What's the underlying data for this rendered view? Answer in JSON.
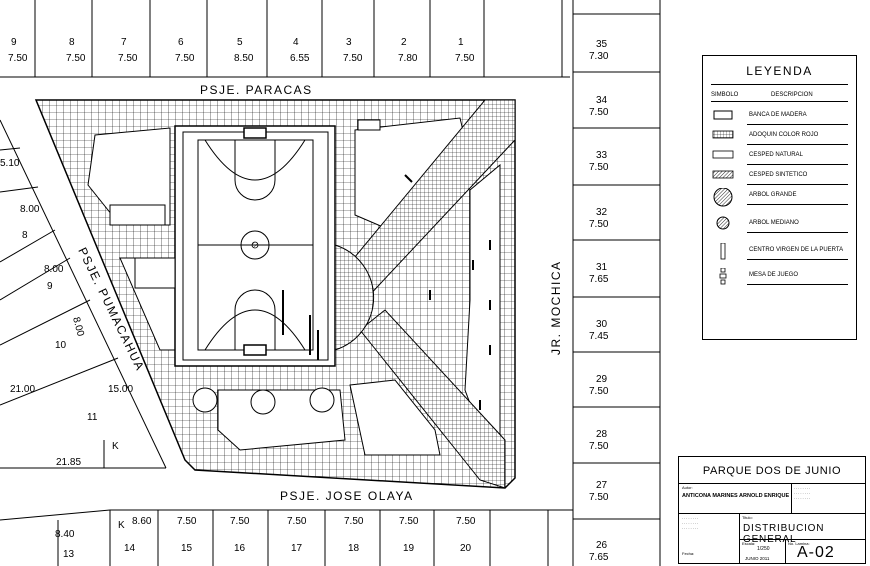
{
  "streets": {
    "top": "PSJE. PARACAS",
    "bottom": "PSJE. JOSE OLAYA",
    "left": "PSJE. PUMACAHUA",
    "right": "JR. MOCHICA"
  },
  "lots_top": [
    {
      "num": "9",
      "width": "7.50"
    },
    {
      "num": "8",
      "width": "7.50"
    },
    {
      "num": "7",
      "width": "7.50"
    },
    {
      "num": "6",
      "width": "7.50"
    },
    {
      "num": "5",
      "width": "8.50"
    },
    {
      "num": "4",
      "width": "6.55"
    },
    {
      "num": "3",
      "width": "7.50"
    },
    {
      "num": "2",
      "width": "7.80"
    },
    {
      "num": "1",
      "width": "7.50"
    }
  ],
  "lots_right": [
    {
      "num": "35",
      "width": "7.30"
    },
    {
      "num": "34",
      "width": "7.50"
    },
    {
      "num": "33",
      "width": "7.50"
    },
    {
      "num": "32",
      "width": "7.50"
    },
    {
      "num": "31",
      "width": "7.65"
    },
    {
      "num": "30",
      "width": "7.45"
    },
    {
      "num": "29",
      "width": "7.50"
    },
    {
      "num": "28",
      "width": "7.50"
    },
    {
      "num": "27",
      "width": "7.50"
    },
    {
      "num": "26",
      "width": "7.65"
    }
  ],
  "lots_bottom": [
    {
      "num": "14",
      "width": "8.60"
    },
    {
      "num": "15",
      "width": "7.50"
    },
    {
      "num": "16",
      "width": "7.50"
    },
    {
      "num": "17",
      "width": "7.50"
    },
    {
      "num": "18",
      "width": "7.50"
    },
    {
      "num": "19",
      "width": "7.50"
    },
    {
      "num": "20",
      "width": "7.50"
    }
  ],
  "lots_left_texts": [
    "5.10",
    "8.00",
    "8",
    "8.00",
    "9",
    "8.00",
    "10",
    "21.00",
    "15.00",
    "11",
    "K",
    "21.85",
    "8.40",
    "13",
    "K"
  ],
  "legend": {
    "title": "LEYENDA",
    "col_symbol": "SIMBOLO",
    "col_desc": "DESCRIPCION",
    "items": [
      {
        "symbol": "bench-symbol",
        "label": "BANCA DE MADERA"
      },
      {
        "symbol": "red-paver-symbol",
        "label": "ADOQUIN COLOR ROJO"
      },
      {
        "symbol": "natural-grass-symbol",
        "label": "CESPED NATURAL"
      },
      {
        "symbol": "synthetic-grass-symbol",
        "label": "CESPED SINTETICO"
      },
      {
        "symbol": "large-tree-symbol",
        "label": "ARBOL GRANDE"
      },
      {
        "symbol": "medium-tree-symbol",
        "label": "ARBOL MEDIANO"
      },
      {
        "symbol": "virgin-statue-symbol",
        "label": "CENTRO VIRGEN DE LA PUERTA"
      },
      {
        "symbol": "game-table-symbol",
        "label": "MESA DE JUEGO"
      }
    ]
  },
  "title_block": {
    "project": "PARQUE DOS DE JUNIO",
    "author": "ANTICONA MARINES ARNOLD ENRIQUE",
    "sheet_title": "DISTRIBUCION GENERAL",
    "scale": "1/250",
    "date": "JUNIO 2011",
    "sheet_number": "A-02",
    "fields": {
      "author_label": "Autor:",
      "title_label": "Titulo:",
      "scale_label": "Escala:",
      "date_label": "Fecha:",
      "sheet_label": "No. Lamina:"
    }
  },
  "colors": {
    "line": "#000000",
    "background": "#ffffff"
  }
}
